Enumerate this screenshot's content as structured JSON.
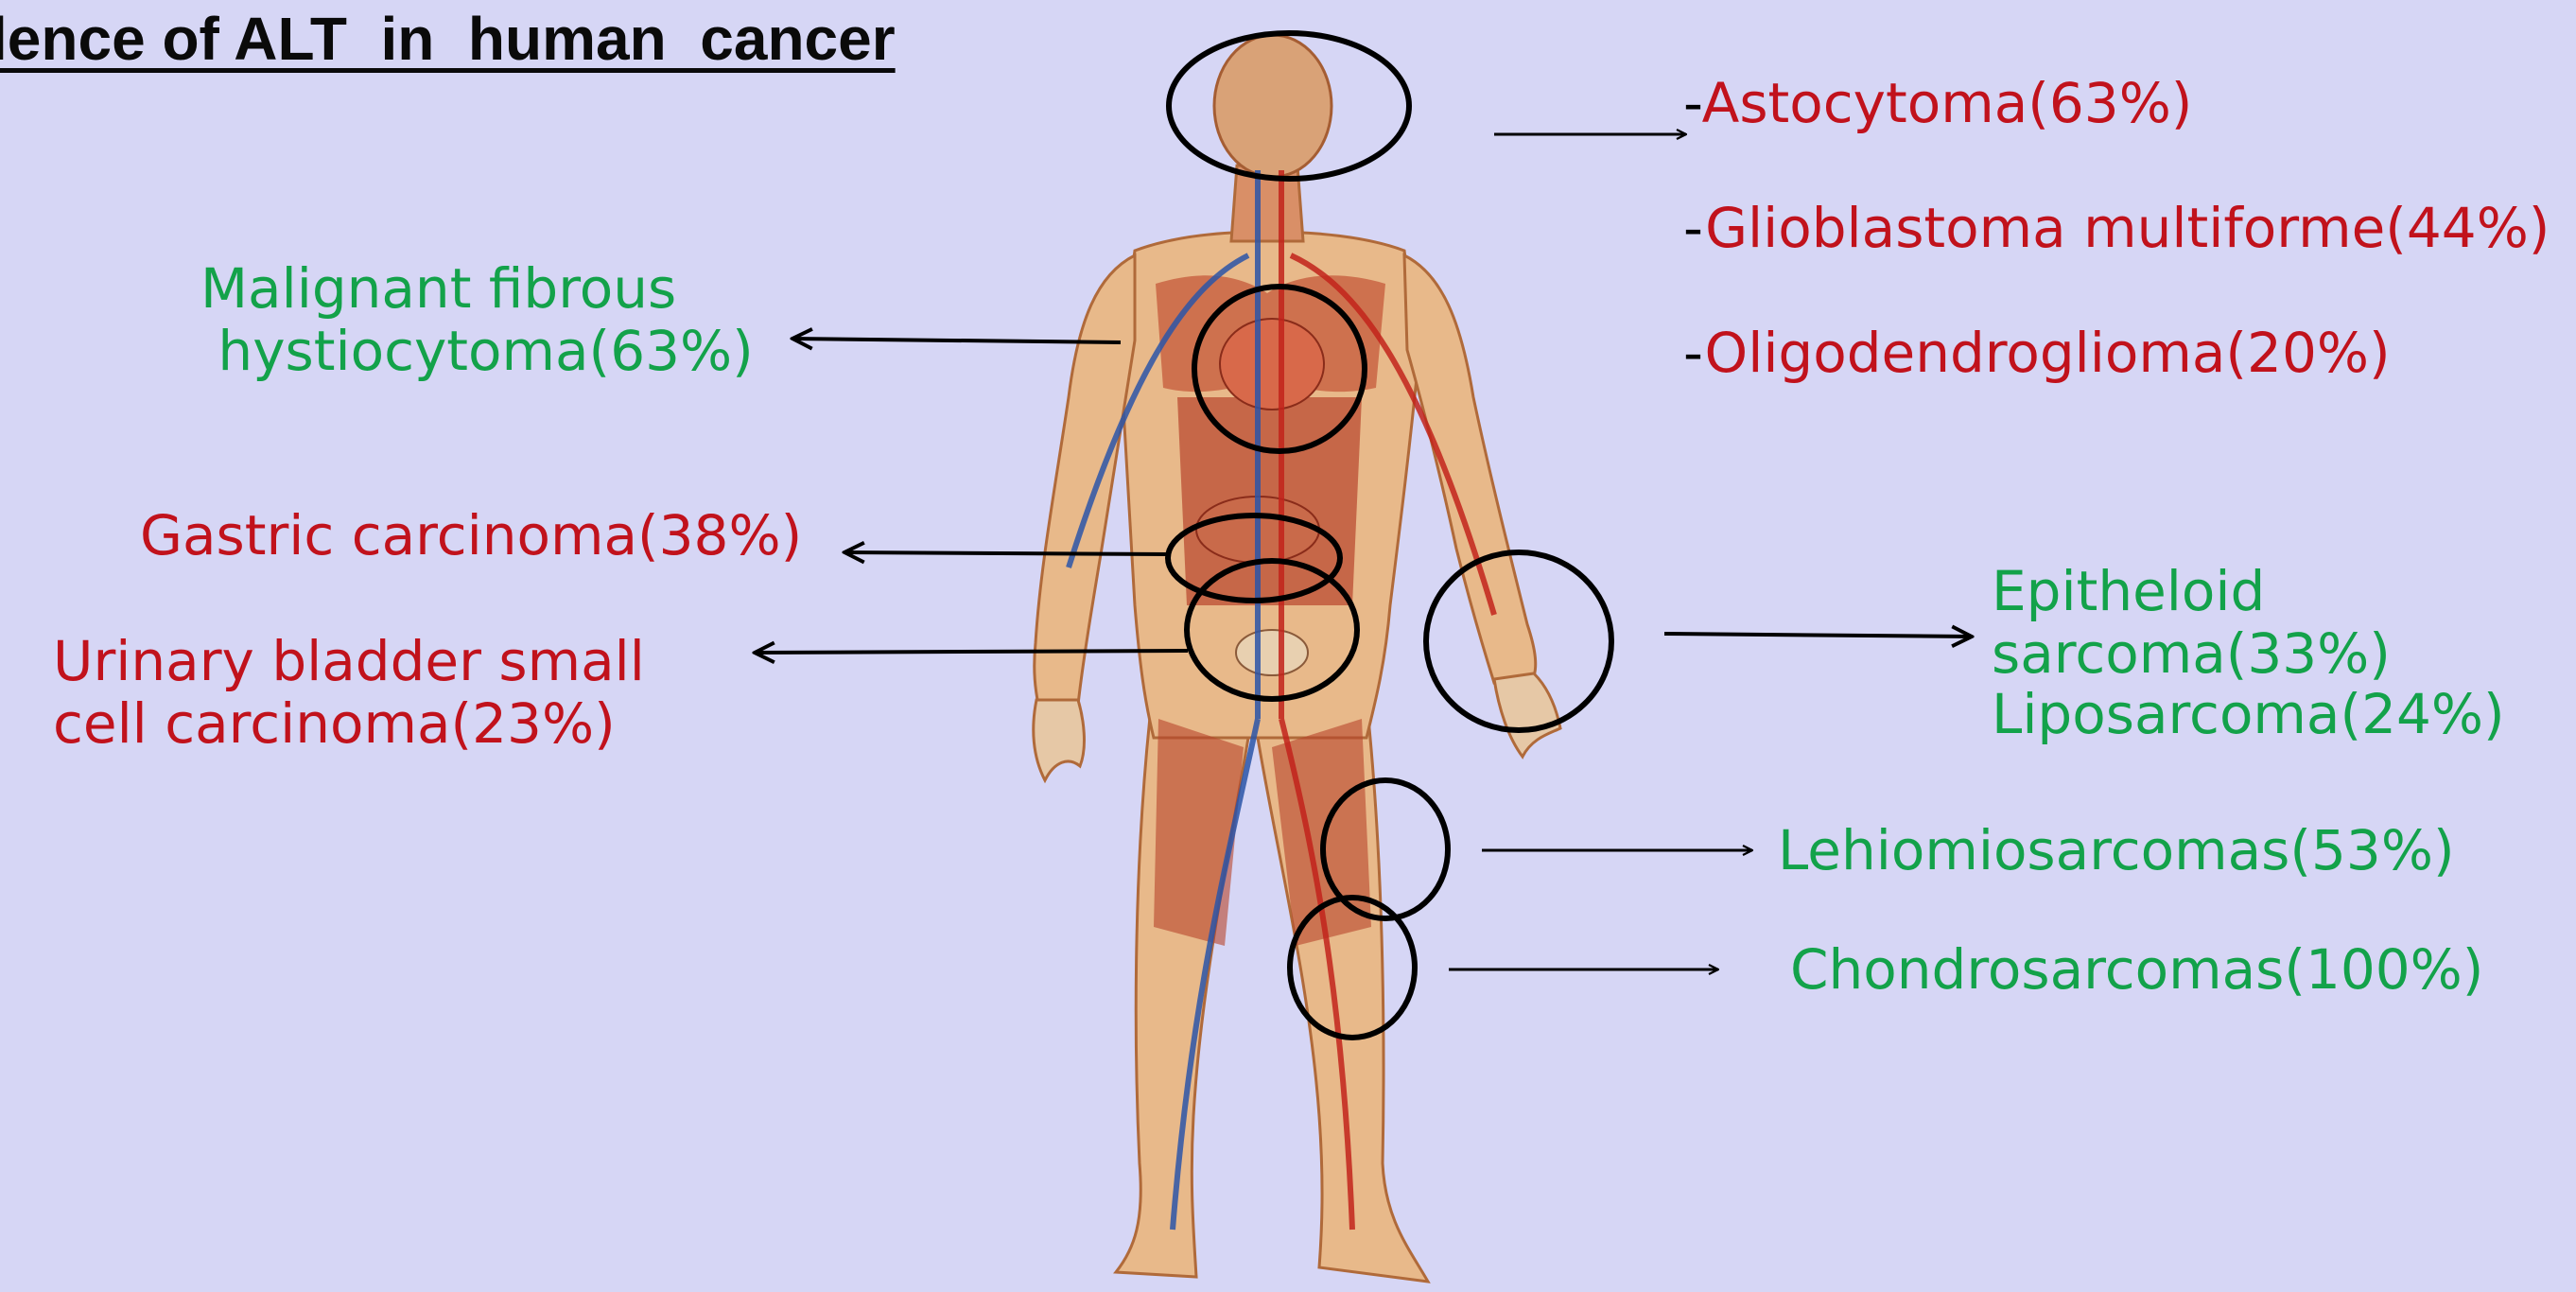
{
  "title": "lence of ALT  in  human  cancer",
  "colors": {
    "background": "#d6d6f5",
    "carcinoma_label": "#c1121c",
    "sarcoma_label": "#13a24a",
    "skin": "#e8b98a",
    "muscle": "#b8452c",
    "vessel": "#2b55a8"
  },
  "labels": {
    "astrocytoma": "Astocytoma(63%)",
    "glioblastoma": "Glioblastoma multiforme(44%)",
    "oligodendroglioma": "Oligodendroglioma(20%)",
    "mfh_line1": "Malignant fibrous",
    "mfh_line2": " hystiocytoma(63%)",
    "gastric": "Gastric carcinoma(38%)",
    "bladder_line1": "Urinary bladder small",
    "bladder_line2": "cell carcinoma(23%)",
    "epitheloid_line1": "Epitheloid",
    "epitheloid_line2": "sarcoma(33%)",
    "liposarcoma": "Liposarcoma(24%)",
    "leiomyosarcoma": "Lehiomiosarcomas(53%)",
    "chondrosarcoma": "Chondrosarcomas(100%)",
    "dash": "-"
  }
}
